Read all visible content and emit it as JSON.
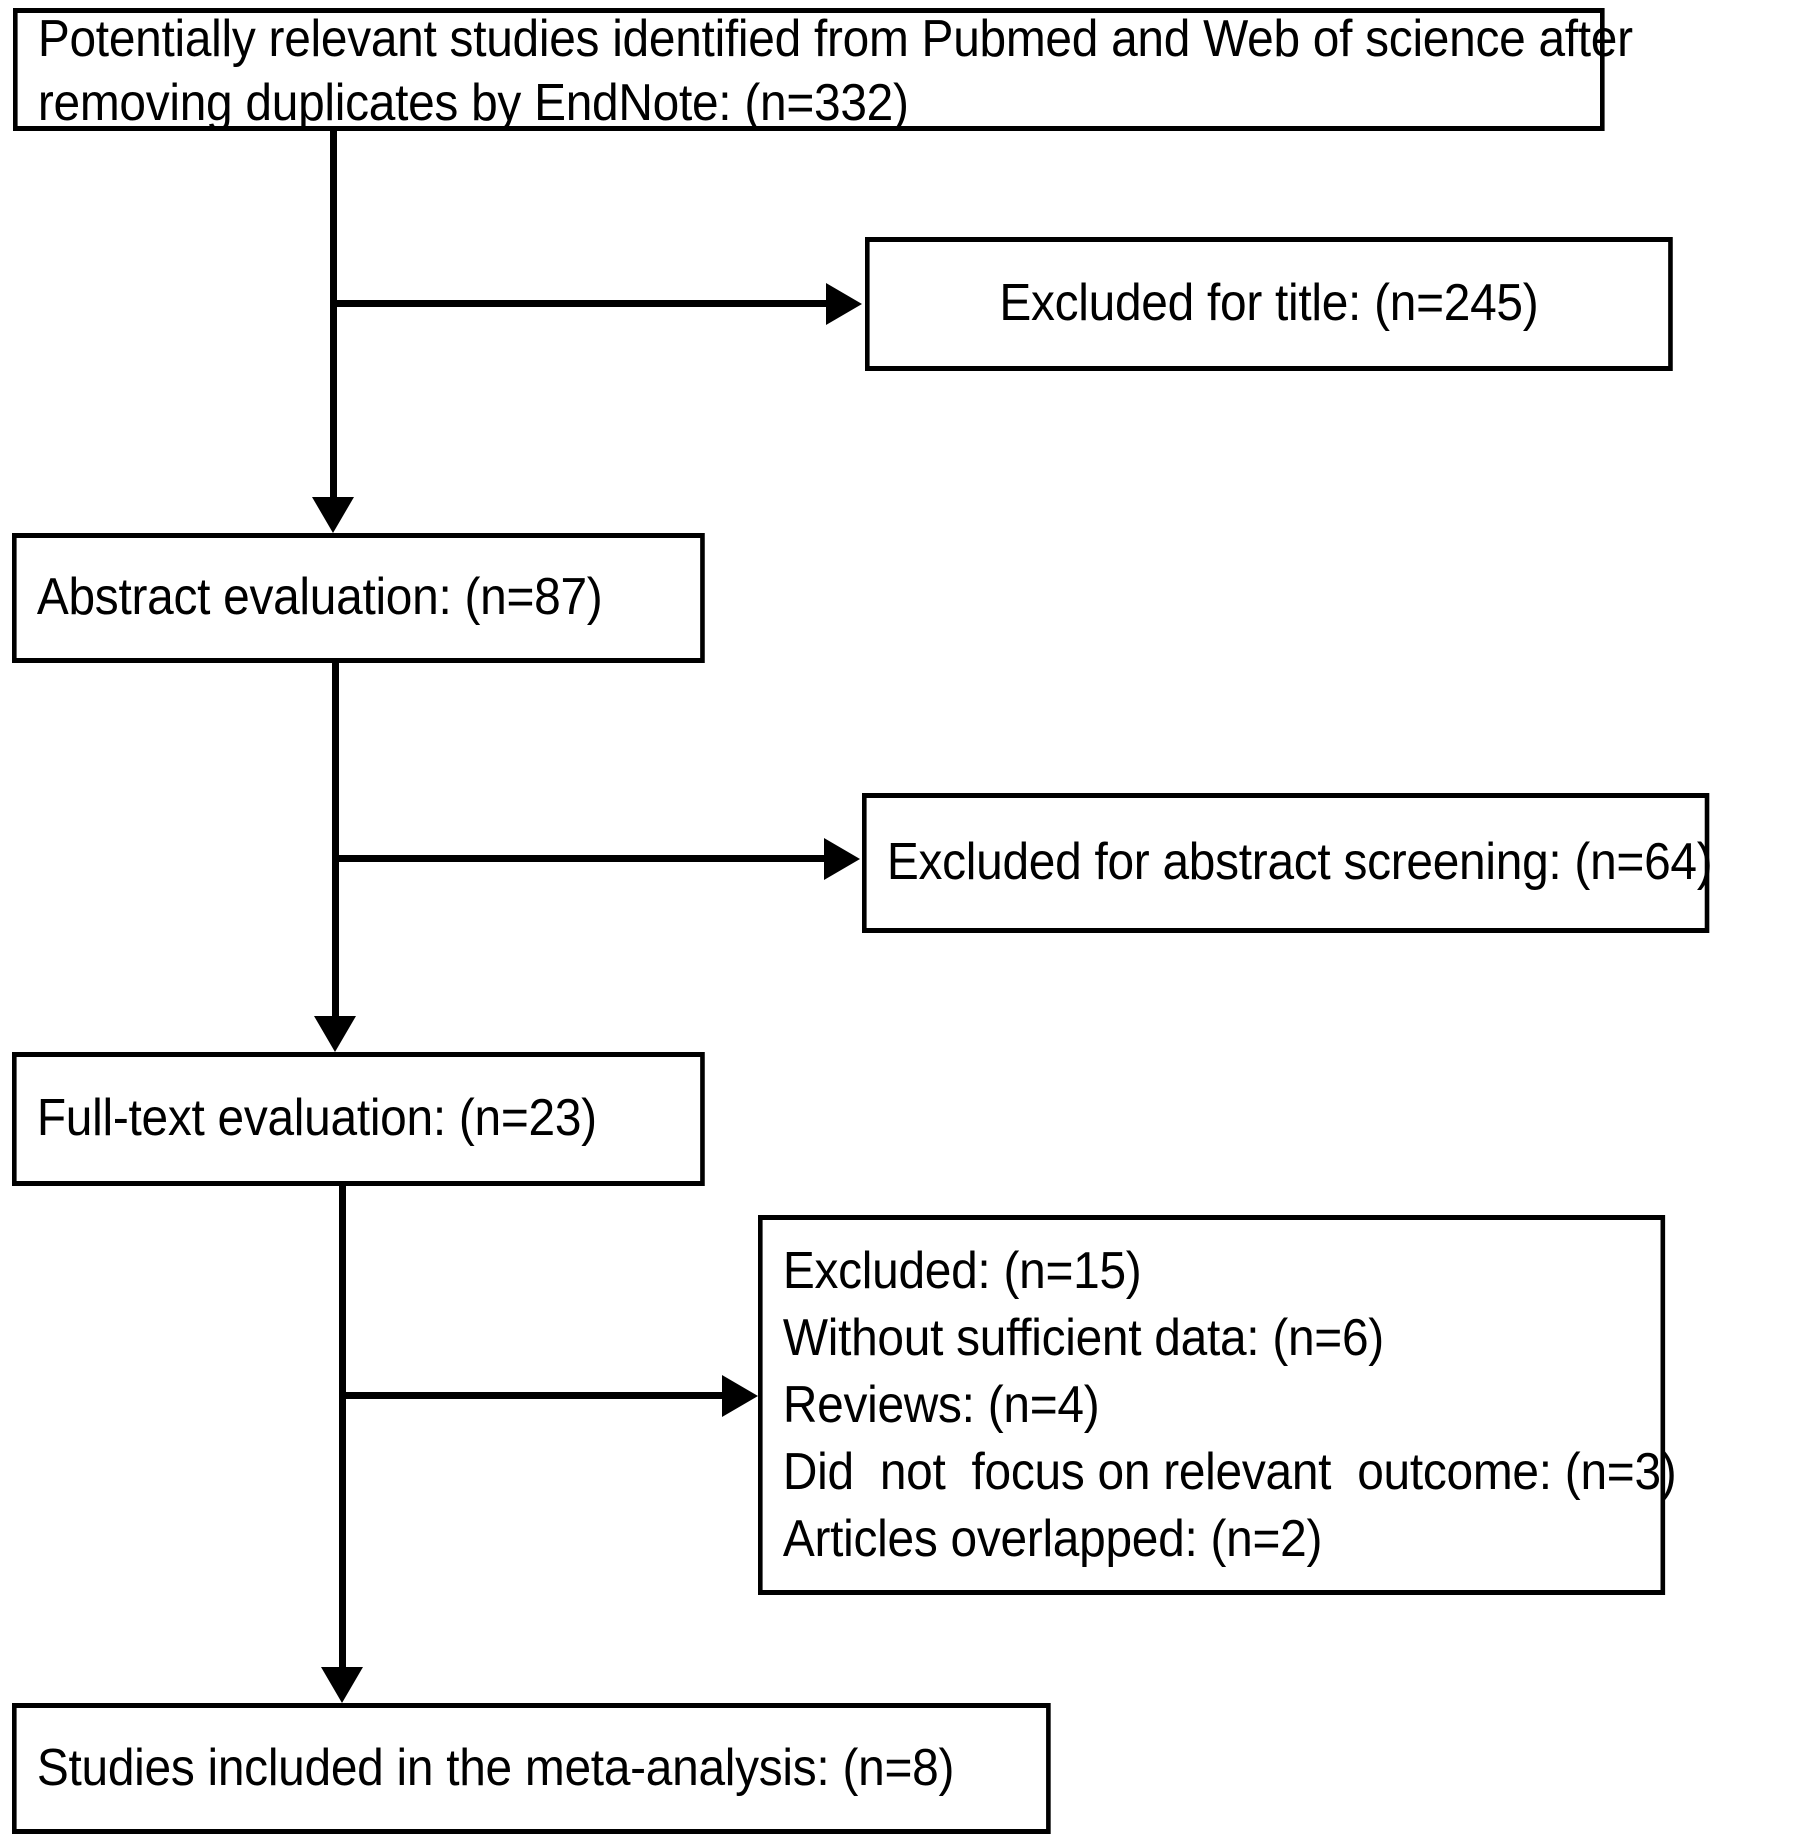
{
  "diagram": {
    "title": "PRISMA study selection flow diagram",
    "type": "flowchart",
    "colors": {
      "box_border": "#000000",
      "box_fill": "#ffffff",
      "connector": "#000000",
      "text": "#000000"
    },
    "nodes": {
      "identified": {
        "line1": "Potentially relevant studies identified from Pubmed and Web of science after",
        "line2": "removing duplicates by EndNote: (n=332)",
        "count": 332
      },
      "excluded_title": {
        "label": "Excluded for title: (n=245)",
        "count": 245
      },
      "abstract_eval": {
        "label": "Abstract evaluation: (n=87)",
        "count": 87
      },
      "excluded_abstract": {
        "label": "Excluded for abstract screening: (n=64)",
        "count": 64
      },
      "fulltext_eval": {
        "label": "Full-text evaluation: (n=23)",
        "count": 23
      },
      "excluded_detail": {
        "line1": "Excluded: (n=15)",
        "line2": "Without sufficient data: (n=6)",
        "line3": "Reviews: (n=4)",
        "line4": "Did  not  focus on relevant  outcome: (n=3)",
        "line5": "Articles overlapped: (n=2)",
        "counts": {
          "total": 15,
          "without_sufficient_data": 6,
          "reviews": 4,
          "did_not_focus_on_relevant_outcome": 3,
          "articles_overlapped": 2
        }
      },
      "included": {
        "label": "Studies included in the meta-analysis: (n=8)",
        "count": 8
      }
    },
    "connectors": [
      {
        "name": "identified-to-abstract",
        "kind": "arrow-down"
      },
      {
        "name": "identified-to-excluded-title",
        "kind": "arrow-right"
      },
      {
        "name": "abstract-to-fulltext",
        "kind": "arrow-down"
      },
      {
        "name": "abstract-to-excluded-abstract",
        "kind": "arrow-right"
      },
      {
        "name": "fulltext-to-included",
        "kind": "arrow-down"
      },
      {
        "name": "fulltext-to-excluded-detail",
        "kind": "arrow-right"
      }
    ]
  }
}
